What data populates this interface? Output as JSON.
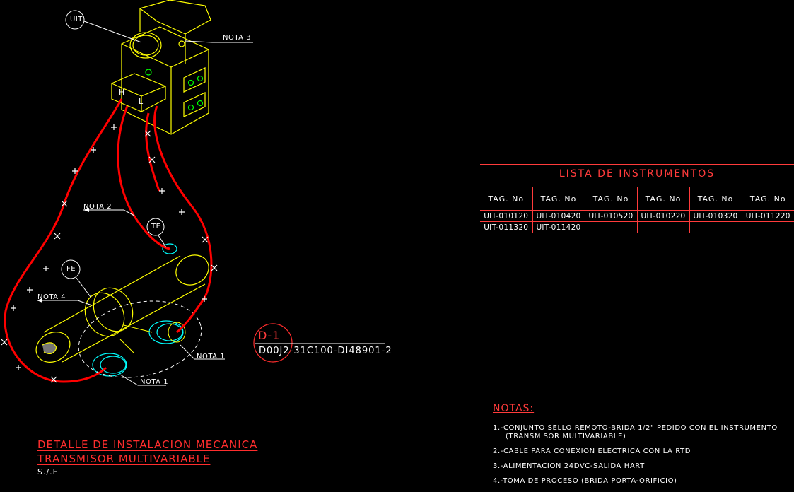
{
  "drawing": {
    "title_line1": "DETALLE DE INSTALACION MECANICA",
    "title_line2": "TRANSMISOR MULTIVARIABLE",
    "scale": "S./.E",
    "detail_id": "D-1",
    "detail_ref": "D00J2-31C100-DI48901-2"
  },
  "labels": {
    "uit": "UIT",
    "te": "TE",
    "fe": "FE",
    "h": "H",
    "l": "L",
    "nota1_a": "NOTA 1",
    "nota1_b": "NOTA 1",
    "nota2": "NOTA 2",
    "nota3": "NOTA 3",
    "nota4": "NOTA 4"
  },
  "instrument_list": {
    "title": "LISTA DE INSTRUMENTOS",
    "headers": [
      "TAG. No",
      "TAG. No",
      "TAG. No",
      "TAG. No",
      "TAG. No",
      "TAG. No"
    ],
    "rows": [
      [
        "UIT-010120",
        "UIT-010420",
        "UIT-010520",
        "UIT-010220",
        "UIT-010320",
        "UIT-011220"
      ],
      [
        "UIT-011320",
        "UIT-011420",
        "",
        "",
        "",
        ""
      ]
    ]
  },
  "notes": {
    "title": "NOTAS:",
    "n1_line1": "1.-CONJUNTO SELLO REMOTO-BRIDA 1/2\" PEDIDO CON EL INSTRUMENTO",
    "n1_line2": "(TRANSMISOR MULTIVARIABLE)",
    "n2": "2.-CABLE PARA CONEXION ELECTRICA CON LA RTD",
    "n3": "3.-ALIMENTACION 24DVC-SALIDA HART",
    "n4": "4.-TOMA DE PROCESO (BRIDA PORTA-ORIFICIO)"
  },
  "colors": {
    "background": "#000000",
    "equipment": "#ffff00",
    "cable": "#ff0000",
    "flange": "#00ffff",
    "accent": "#ff3b3b",
    "green": "#00ff00"
  }
}
